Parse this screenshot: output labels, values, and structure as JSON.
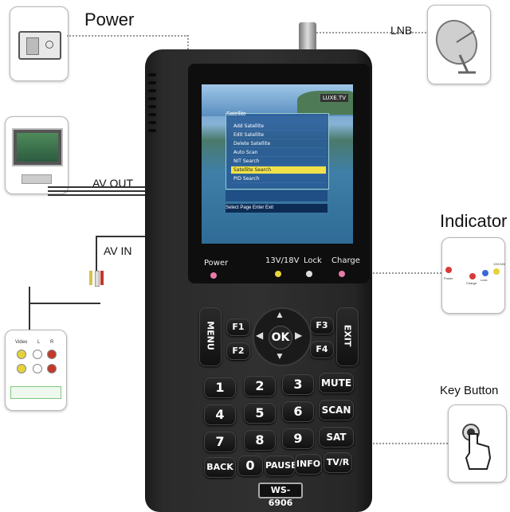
{
  "callouts": {
    "power": "Power",
    "lnb": "LNB",
    "av_out": "AV  OUT",
    "av_in": "AV  IN",
    "indicator": "Indicator",
    "key_button": "Key  Button"
  },
  "av_in_box": {
    "video": "Video",
    "l": "L",
    "r": "R"
  },
  "indicator_box": {
    "power": "Power",
    "charge": "Charge",
    "lock": "Lock",
    "voltage": "13V/18V"
  },
  "screen": {
    "brand": "LUXE.TV",
    "menu_title": "Satellite",
    "menu_items": [
      "Add Satellite",
      "Edit Satellite",
      "Delete Satellite",
      "Auto Scan",
      "NIT Search",
      "Satellite Search",
      "PID Search"
    ],
    "selected_index": 5,
    "hint": "Select   Page   Enter   Exit"
  },
  "indicators": {
    "power": "Power",
    "voltage": "13V/18V",
    "lock": "Lock",
    "charge": "Charge"
  },
  "keys": {
    "menu": "MENU",
    "exit": "EXIT",
    "f1": "F1",
    "f2": "F2",
    "f3": "F3",
    "f4": "F4",
    "ok": "OK",
    "row1": [
      "1",
      "2",
      "3",
      "MUTE"
    ],
    "row2": [
      "4",
      "5",
      "6",
      "SCAN"
    ],
    "row3": [
      "7",
      "8",
      "9",
      "SAT"
    ],
    "row4": [
      "BACK",
      "0",
      "PAUSE",
      "INFO",
      "TV/R"
    ]
  },
  "model": "WS-6906",
  "colors": {
    "led_power": "#e87aa8",
    "led_voltage": "#e8d43a",
    "led_lock": "#dddddd",
    "led_charge": "#e87aa8"
  }
}
